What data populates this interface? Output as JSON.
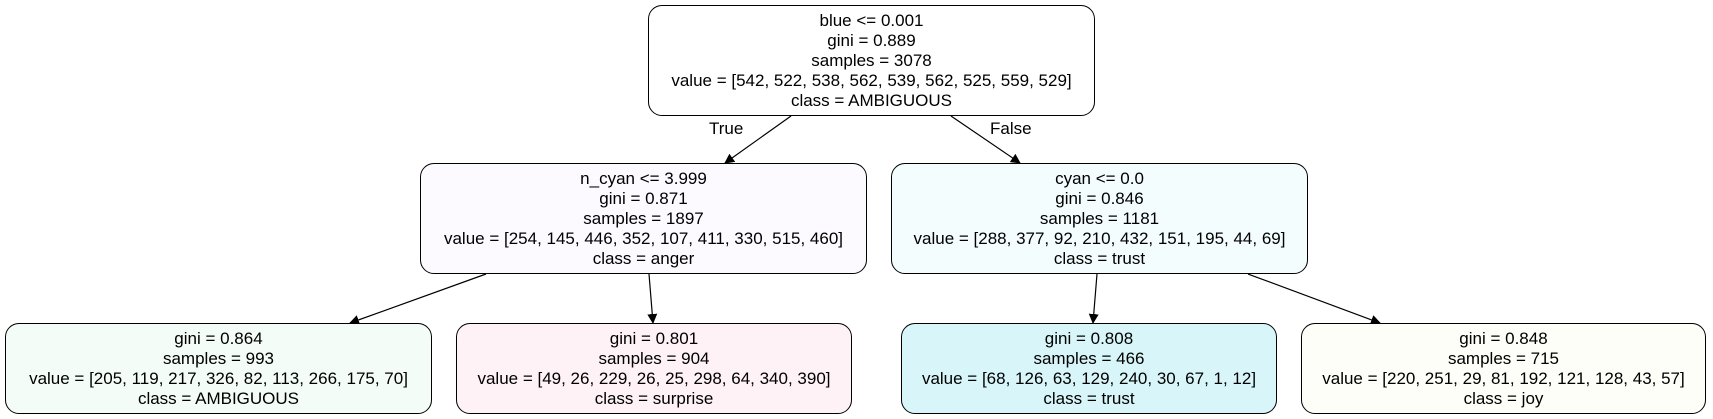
{
  "tree": {
    "nodes": [
      {
        "id": "root",
        "lines": [
          "blue <= 0.001",
          "gini = 0.889",
          "samples = 3078",
          "value = [542, 522, 538, 562, 539, 562, 525, 559, 529]",
          "class = AMBIGUOUS"
        ],
        "fill": "#ffffff"
      },
      {
        "id": "left",
        "lines": [
          "n_cyan <= 3.999",
          "gini = 0.871",
          "samples = 1897",
          "value = [254, 145, 446, 352, 107, 411, 330, 515, 460]",
          "class = anger"
        ],
        "fill": "#fcfaff"
      },
      {
        "id": "right",
        "lines": [
          "cyan <= 0.0",
          "gini = 0.846",
          "samples = 1181",
          "value = [288, 377, 92, 210, 432, 151, 195, 44, 69]",
          "class = trust"
        ],
        "fill": "#f4fdfe"
      },
      {
        "id": "leaf1",
        "lines": [
          "gini = 0.864",
          "samples = 993",
          "value = [205, 119, 217, 326, 82, 113, 266, 175, 70]",
          "class = AMBIGUOUS"
        ],
        "fill": "#f3fcf7"
      },
      {
        "id": "leaf2",
        "lines": [
          "gini = 0.801",
          "samples = 904",
          "value = [49, 26, 229, 26, 25, 298, 64, 340, 390]",
          "class = surprise"
        ],
        "fill": "#fef2f6"
      },
      {
        "id": "leaf3",
        "lines": [
          "gini = 0.808",
          "samples = 466",
          "value = [68, 126, 63, 129, 240, 30, 67, 1, 12]",
          "class = trust"
        ],
        "fill": "#d8f6f9"
      },
      {
        "id": "leaf4",
        "lines": [
          "gini = 0.848",
          "samples = 715",
          "value = [220, 251, 29, 81, 192, 121, 128, 43, 57]",
          "class = joy"
        ],
        "fill": "#fdfef8"
      }
    ],
    "edges": [
      {
        "from": "root",
        "to": "left",
        "label": "True"
      },
      {
        "from": "root",
        "to": "right",
        "label": "False"
      },
      {
        "from": "left",
        "to": "leaf1",
        "label": ""
      },
      {
        "from": "left",
        "to": "leaf2",
        "label": ""
      },
      {
        "from": "right",
        "to": "leaf3",
        "label": ""
      },
      {
        "from": "right",
        "to": "leaf4",
        "label": ""
      }
    ],
    "colors": {
      "stroke": "#000000",
      "text": "#000000"
    }
  }
}
